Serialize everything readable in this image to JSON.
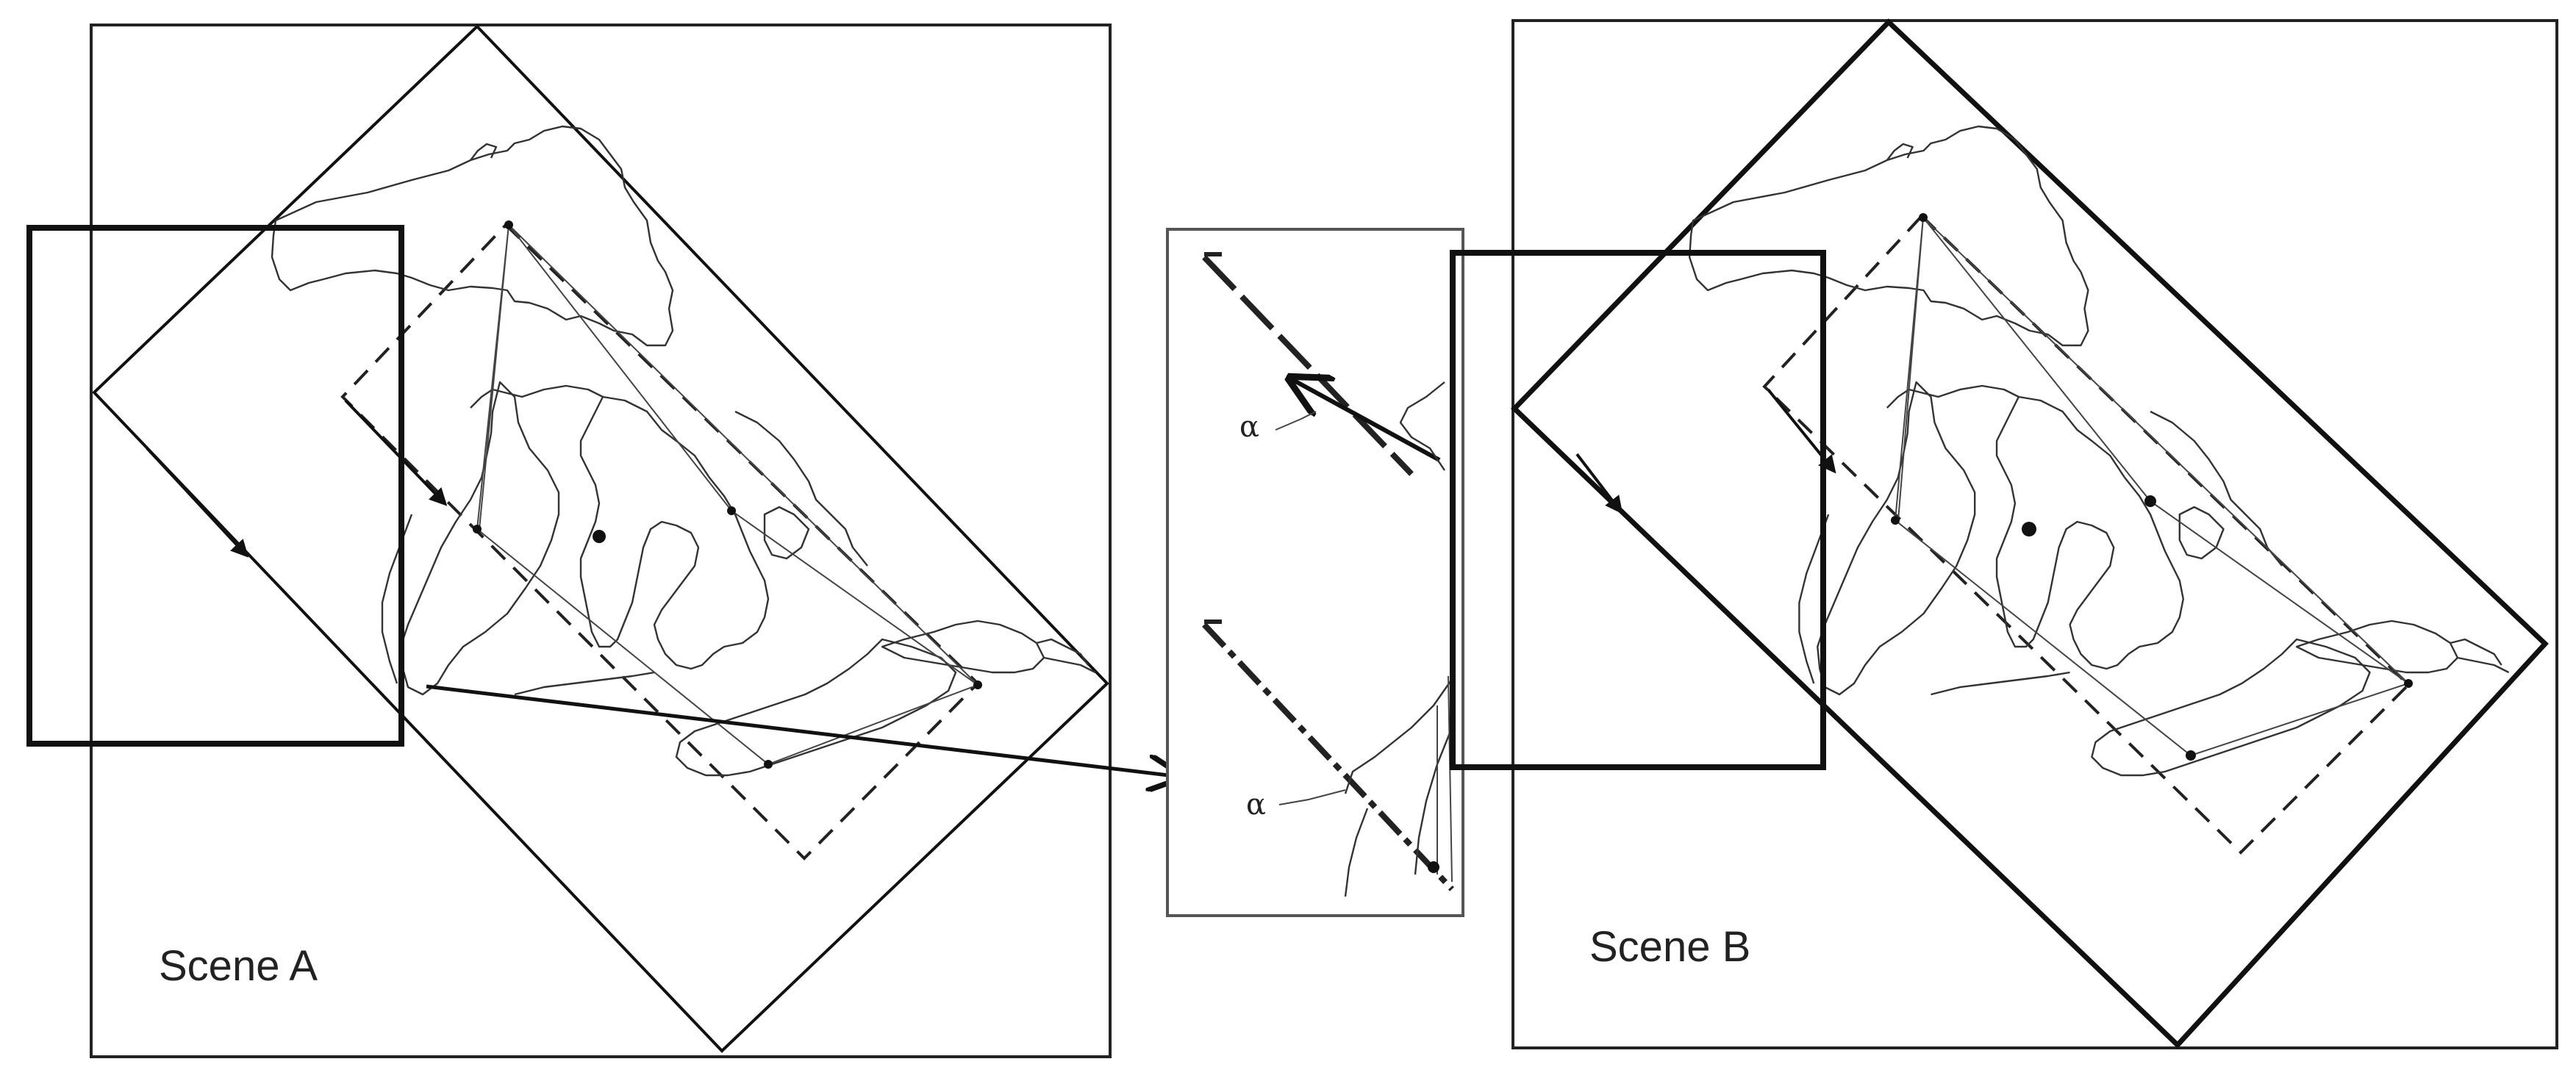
{
  "scenes": [
    {
      "id": "scene-a",
      "label": "Scene A"
    },
    {
      "id": "scene-b",
      "label": "Scene B"
    }
  ],
  "inset": {
    "angle_labels": [
      "α",
      "α"
    ]
  },
  "colors": {
    "line": "#111111",
    "background": "#ffffff"
  }
}
